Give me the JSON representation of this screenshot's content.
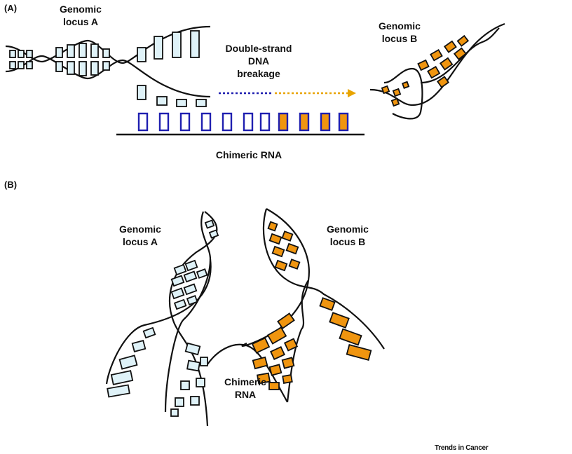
{
  "panel_a": {
    "tag": "(A)",
    "locus_a": [
      "Genomic",
      "locus A"
    ],
    "locus_b": [
      "Genomic",
      "locus B"
    ],
    "breakage": [
      "Double-strand",
      "DNA",
      "breakage"
    ],
    "chimeric": "Chimeric RNA"
  },
  "panel_b": {
    "tag": "(B)",
    "locus_a": [
      "Genomic",
      "locus A"
    ],
    "locus_b": [
      "Genomic",
      "locus B"
    ],
    "chimeric": [
      "Chimeric",
      "RNA"
    ]
  },
  "footer": "Trends in Cancer",
  "colors": {
    "locus_a_fill": "#dff2f8",
    "locus_b_fill": "#f0950f",
    "rna_outline": "#1f1fb0",
    "arrow_dots": "#e8a400",
    "strand": "#111111"
  }
}
